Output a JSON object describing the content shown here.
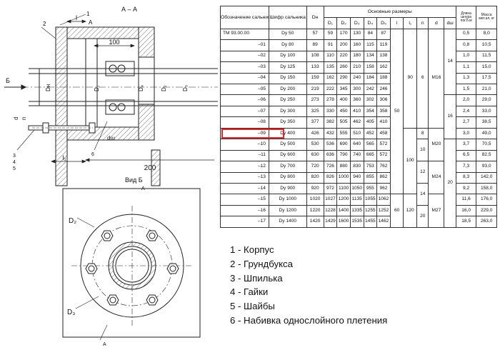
{
  "section_label": "А – А",
  "view_label": "Вид Б",
  "drawing_labels": {
    "dim_100": "100",
    "dim_200": "200",
    "dim_l": "l",
    "dim_l1": "l₁",
    "arrow_b": "Б",
    "arrow_a": "А",
    "d_label": "d",
    "n_label": "n",
    "dn": "Dн",
    "d1": "D₁",
    "d2": "D₂",
    "d3": "D₃",
    "d4": "D₄",
    "dw": "dш",
    "leader_1": "1",
    "leader_2": "2",
    "leader_3": "3",
    "leader_4": "4",
    "leader_5": "5",
    "leader_6": "6",
    "front_d2": "D₂",
    "front_d3": "D₃",
    "front_a_top": "А",
    "front_a_bottom": "А"
  },
  "table": {
    "headers": {
      "designation": "Обозначение сальника",
      "cipher": "Шифр сальника",
      "dn": "Dн",
      "main_dims": "Основные размеры",
      "length": "Длина шнура пог.б.м",
      "mass": "Масса мет.ал, кг",
      "d1": "D₁",
      "d2": "D₂",
      "d3": "D₃",
      "d4": "D₄",
      "d5": "D₅",
      "l": "l",
      "l1": "l₁",
      "n": "n",
      "d": "d",
      "dw": "dш"
    },
    "rows": [
      {
        "des": "ТМ 93.00.00",
        "cipher": "Dy 50",
        "dn": "57",
        "d1": "59",
        "d2": "170",
        "d3": "130",
        "d4": "84",
        "d5": "87",
        "len": "0,5",
        "mass": "8,0"
      },
      {
        "des": "–01",
        "cipher": "Dy 80",
        "dn": "89",
        "d1": "91",
        "d2": "200",
        "d3": "160",
        "d4": "115",
        "d5": "119",
        "len": "0,8",
        "mass": "10,5"
      },
      {
        "des": "–02",
        "cipher": "Dy 100",
        "dn": "108",
        "d1": "110",
        "d2": "220",
        "d3": "180",
        "d4": "134",
        "d5": "138",
        "len": "1,0",
        "mass": "11,5"
      },
      {
        "des": "–03",
        "cipher": "Dy 125",
        "dn": "133",
        "d1": "135",
        "d2": "260",
        "d3": "210",
        "d4": "158",
        "d5": "162",
        "len": "1,1",
        "mass": "15,0"
      },
      {
        "des": "–04",
        "cipher": "Dy 150",
        "dn": "159",
        "d1": "162",
        "d2": "290",
        "d3": "240",
        "d4": "184",
        "d5": "188",
        "len": "1,3",
        "mass": "17,5"
      },
      {
        "des": "–05",
        "cipher": "Dy 200",
        "dn": "219",
        "d1": "222",
        "d2": "345",
        "d3": "300",
        "d4": "242",
        "d5": "246",
        "len": "1,5",
        "mass": "21,0"
      },
      {
        "des": "–06",
        "cipher": "Dy 250",
        "dn": "273",
        "d1": "278",
        "d2": "400",
        "d3": "360",
        "d4": "302",
        "d5": "306",
        "len": "2,0",
        "mass": "29,0"
      },
      {
        "des": "–07",
        "cipher": "Dy 300",
        "dn": "325",
        "d1": "330",
        "d2": "450",
        "d3": "410",
        "d4": "354",
        "d5": "358",
        "len": "2,4",
        "mass": "33,0"
      },
      {
        "des": "–08",
        "cipher": "Dy 350",
        "dn": "377",
        "d1": "382",
        "d2": "505",
        "d3": "462",
        "d4": "405",
        "d5": "410",
        "len": "2,7",
        "mass": "38,5"
      },
      {
        "des": "–09",
        "cipher": "Dy 400",
        "dn": "426",
        "d1": "432",
        "d2": "555",
        "d3": "510",
        "d4": "452",
        "d5": "458",
        "len": "3,0",
        "mass": "49,0"
      },
      {
        "des": "–10",
        "cipher": "Dy 500",
        "dn": "530",
        "d1": "536",
        "d2": "690",
        "d3": "640",
        "d4": "565",
        "d5": "572",
        "len": "3,7",
        "mass": "70,5"
      },
      {
        "des": "–11",
        "cipher": "Dy 600",
        "dn": "630",
        "d1": "636",
        "d2": "790",
        "d3": "740",
        "d4": "665",
        "d5": "572",
        "len": "6,5",
        "mass": "82,5"
      },
      {
        "des": "–12",
        "cipher": "Dy 700",
        "dn": "720",
        "d1": "726",
        "d2": "880",
        "d3": "830",
        "d4": "753",
        "d5": "762",
        "len": "7,3",
        "mass": "93,0"
      },
      {
        "des": "–13",
        "cipher": "Dy 800",
        "dn": "820",
        "d1": "826",
        "d2": "1000",
        "d3": "940",
        "d4": "855",
        "d5": "862",
        "len": "8,3",
        "mass": "142,0"
      },
      {
        "des": "–14",
        "cipher": "Dy 900",
        "dn": "920",
        "d1": "972",
        "d2": "1100",
        "d3": "1050",
        "d4": "955",
        "d5": "962",
        "len": "9,2",
        "mass": "158,0"
      },
      {
        "des": "–15",
        "cipher": "Dy 1000",
        "dn": "1020",
        "d1": "1027",
        "d2": "1200",
        "d3": "1135",
        "d4": "1055",
        "d5": "1062",
        "len": "11,6",
        "mass": "176,0"
      },
      {
        "des": "–16",
        "cipher": "Dy 1200",
        "dn": "1220",
        "d1": "1228",
        "d2": "1400",
        "d3": "1335",
        "d4": "1255",
        "d5": "1252",
        "len": "16,0",
        "mass": "229,0"
      },
      {
        "des": "–17",
        "cipher": "Dy 1400",
        "dn": "1420",
        "d1": "1429",
        "d2": "1600",
        "d3": "1535",
        "d4": "1455",
        "d5": "1462",
        "len": "18,5",
        "mass": "263,0"
      }
    ],
    "merged": {
      "l_50": "50",
      "l_60": "60",
      "l1_90": "90",
      "l1_100": "100",
      "l1_120": "120",
      "n_6": "6",
      "n_8": "8",
      "n_10": "10",
      "n_12": "12",
      "n_14": "14",
      "n_20": "20",
      "d_m16": "M16",
      "d_m20": "M20",
      "d_m24": "M24",
      "d_m27": "M27",
      "dw_14": "14",
      "dw_16": "16",
      "dw_20": "20"
    }
  },
  "legend": [
    "1 - Корпус",
    "2 - Грундбукса",
    "3 - Шпилька",
    "4 - Гайки",
    "5 - Шайбы",
    "6 - Набивка однослойного плетения"
  ]
}
